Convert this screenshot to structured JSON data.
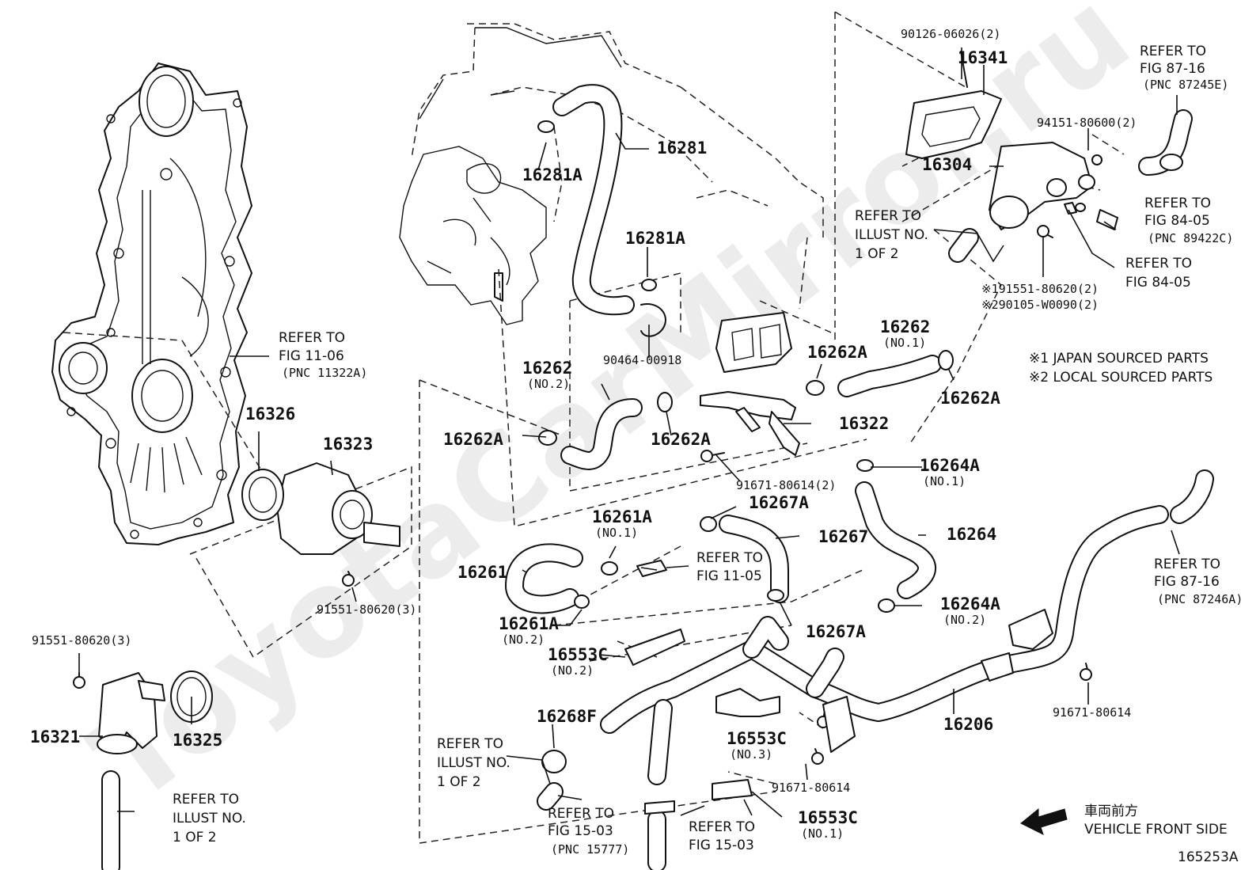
{
  "watermark": "ToyotaCarMirror.ru",
  "parts": {
    "p16341": "16341",
    "p90126": "90126-06026(2)",
    "p16304": "16304",
    "p94151": "94151-80600(2)",
    "p16281": "16281",
    "p16281a_top": "16281A",
    "p16281a_mid": "16281A",
    "p90464": "90464-00918",
    "p16262_no2": "16262",
    "p16262_no2_sub": "(NO.2)",
    "p16262_no1": "16262",
    "p16262_no1_sub": "(NO.1)",
    "p16262a_a": "16262A",
    "p16262a_b": "16262A",
    "p16262a_c": "16262A",
    "p16262a_d": "16262A",
    "p16322": "16322",
    "p91671_2": "91671-80614(2)",
    "p16264a_no1": "16264A",
    "p16264a_no1_sub": "(NO.1)",
    "p16264": "16264",
    "p16264a_no2": "16264A",
    "p16264a_no2_sub": "(NO.2)",
    "p16267a_top": "16267A",
    "p16267": "16267",
    "p16267a_bot": "16267A",
    "p16261a_no1": "16261A",
    "p16261a_no1_sub": "(NO.1)",
    "p16261": "16261",
    "p16261a_no2": "16261A",
    "p16261a_no2_sub": "(NO.2)",
    "p16326": "16326",
    "p16323": "16323",
    "p91551_3a": "91551-80620(3)",
    "p91551_3b": "91551-80620(3)",
    "p16321": "16321",
    "p16325": "16325",
    "p16553c_no2": "16553C",
    "p16553c_no2_sub": "(NO.2)",
    "p16553c_no3": "16553C",
    "p16553c_no3_sub": "(NO.3)",
    "p16553c_no1": "16553C",
    "p16553c_no1_sub": "(NO.1)",
    "p16268f": "16268F",
    "p91671_a": "91671-80614",
    "p91671_b": "91671-80614",
    "p16206": "16206",
    "p191551": "※191551-80620(2)",
    "p290105": "※290105-W0090(2)"
  },
  "refs": {
    "fig1106": [
      "REFER TO",
      "FIG 11-06",
      "(PNC 11322A)"
    ],
    "fig8716_top": [
      "REFER TO",
      "FIG 87-16",
      "(PNC 87245E)"
    ],
    "fig8405_a": [
      "REFER TO",
      "FIG 84-05",
      "(PNC 89422C)"
    ],
    "fig8405_b": [
      "REFER TO",
      "FIG 84-05"
    ],
    "illust_top": [
      "REFER TO",
      "ILLUST NO.",
      "1 OF 2"
    ],
    "fig1105": [
      "REFER TO",
      "FIG 11-05"
    ],
    "fig8716_bot": [
      "REFER TO",
      "FIG 87-16",
      "(PNC 87246A)"
    ],
    "illust_mid": [
      "REFER TO",
      "ILLUST NO.",
      "1 OF 2"
    ],
    "illust_bot": [
      "REFER TO",
      "ILLUST NO.",
      "1 OF 2"
    ],
    "fig1503_a": [
      "REFER TO",
      "FIG 15-03",
      "(PNC 15777)"
    ],
    "fig1503_b": [
      "REFER TO",
      "FIG 15-03"
    ]
  },
  "notes": {
    "japan": "※1 JAPAN SOURCED PARTS",
    "local": "※2 LOCAL SOURCED PARTS"
  },
  "direction": {
    "jp": "車両前方",
    "en": "VEHICLE FRONT SIDE"
  },
  "figure_id": "165253A"
}
